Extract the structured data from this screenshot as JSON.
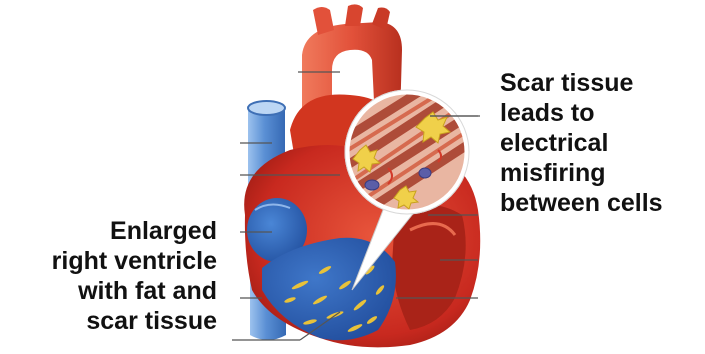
{
  "labels": {
    "scar_tissue": [
      "Scar tissue",
      "leads to",
      "electrical",
      "misfiring",
      "between cells"
    ],
    "right_ventricle": [
      "Enlarged",
      "right ventricle",
      "with fat and",
      "scar tissue"
    ]
  },
  "colors": {
    "heart_red": "#c8291f",
    "heart_dark": "#9c1a14",
    "heart_light": "#e8553b",
    "aorta": "#e2513a",
    "vein_blue": "#5a8fd4",
    "ventricle_blue": "#2a5fb5",
    "scar_yellow": "#e8c23a",
    "leader_line": "#555555"
  }
}
